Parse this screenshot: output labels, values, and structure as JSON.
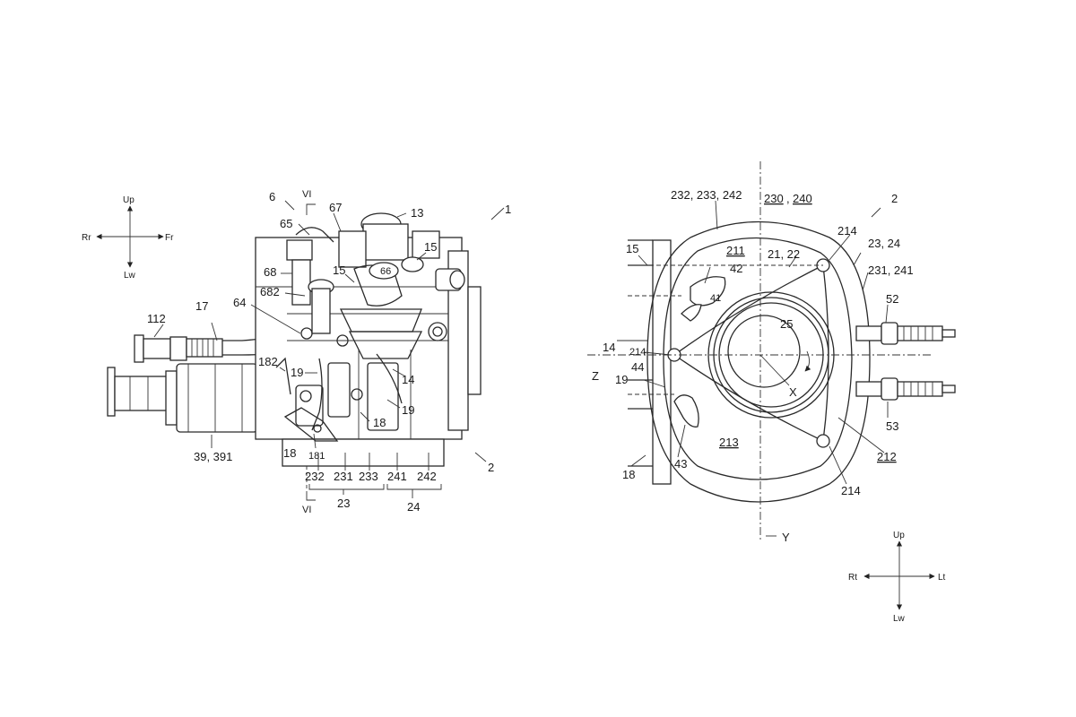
{
  "left_view": {
    "compass": {
      "up": "Up",
      "down": "Lw",
      "left": "Rr",
      "right": "Fr"
    },
    "labels": {
      "l1": "1",
      "l2": "2",
      "l6": "6",
      "l13": "13",
      "l15a": "15",
      "l15b": "15",
      "l14": "14",
      "l17": "17",
      "l18a": "18",
      "l18b": "18",
      "l19a": "19",
      "l19b": "19",
      "l64": "64",
      "l65": "65",
      "l66": "66",
      "l67": "67",
      "l68": "68",
      "l682": "682",
      "l112": "112",
      "l181": "181",
      "l182": "182",
      "l39": "39, 391",
      "l232": "232",
      "l231": "231",
      "l233": "233",
      "l241": "241",
      "l242": "242",
      "l23": "23",
      "l24": "24",
      "vi_top": "VI",
      "vi_bottom": "VI"
    }
  },
  "right_view": {
    "compass": {
      "up": "Up",
      "down": "Lw",
      "left": "Rt",
      "right": "Lt"
    },
    "labels": {
      "l2": "2",
      "l15": "15",
      "l14": "14",
      "l214s": "214",
      "l19": "19",
      "l18": "18",
      "l44": "44",
      "l42": "42",
      "l41": "41",
      "l43": "43",
      "l232": "232, 233, 242",
      "l230": "230",
      "l240": "240",
      "l211": "211",
      "l2122": "21, 22",
      "l214a": "214",
      "l214b": "214",
      "l2324": "23, 24",
      "l231": "231, 241",
      "l52": "52",
      "l53": "53",
      "l25": "25",
      "lx": "X",
      "ly": "Y",
      "lz": "Z",
      "l213": "213",
      "l212": "212"
    }
  }
}
